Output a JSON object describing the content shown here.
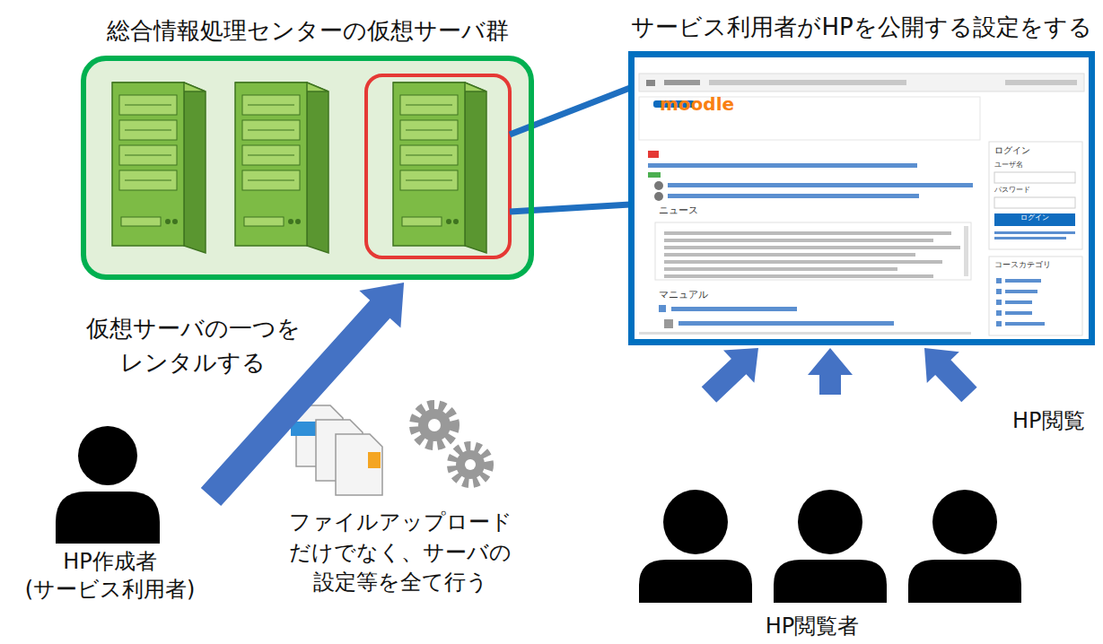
{
  "diagram": {
    "nodes": [
      {
        "text": [
          "総合情報処理センターの仮想サーバ群"
        ]
      },
      {
        "text": [
          "サービス利用者がHPを公開する設定をする"
        ]
      },
      {
        "text": [
          "HP作成者 (サービス利用者)"
        ]
      },
      {
        "text": [
          "HP閲覧者"
        ]
      }
    ],
    "edges": [
      {
        "from": 2,
        "to": 0,
        "arrow": "to",
        "label": "仮想サーバの一つを レンタルする"
      },
      {
        "from": 3,
        "to": 1,
        "arrow": "to"
      },
      {
        "from": 3,
        "to": 1,
        "arrow": "to"
      },
      {
        "from": 3,
        "to": 1,
        "arrow": "to",
        "label": "HP閲覧"
      }
    ],
    "labels": [
      "ファイルアップロード だけでなく、サーバの 設定等を全て行う",
      "moodle",
      "ログイン",
      "ユーザ名",
      "パスワード",
      "ログイン",
      "ニュース",
      "マニュアル",
      "コースカテゴリ"
    ]
  }
}
